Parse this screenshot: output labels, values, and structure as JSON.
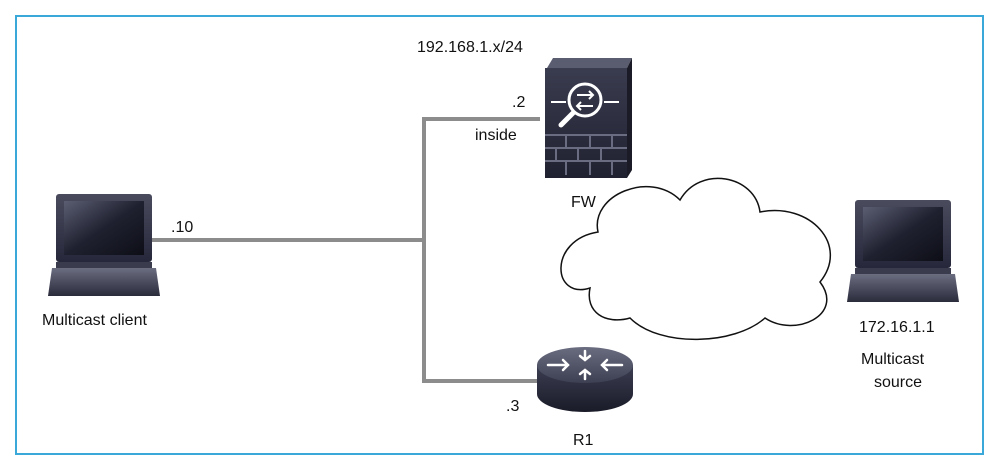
{
  "network": {
    "subnet_label": "192.168.1.x/24",
    "inside_label": "inside"
  },
  "nodes": {
    "client": {
      "ip_suffix": ".10",
      "name": "Multicast client"
    },
    "firewall": {
      "ip_suffix": ".2",
      "name": "FW"
    },
    "router": {
      "ip_suffix": ".3",
      "name": "R1"
    },
    "source": {
      "ip": "172.16.1.1",
      "name_line1": "Multicast",
      "name_line2": "source"
    }
  },
  "colors": {
    "frame": "#3aa9d9",
    "link": "#8c8c8c",
    "device_dark": "#2c2d3d",
    "screen": "#1e2030"
  },
  "icons": {
    "client": "laptop-icon",
    "firewall": "firewall-icon",
    "router": "router-icon",
    "source": "laptop-icon",
    "cloud": "cloud-icon"
  }
}
